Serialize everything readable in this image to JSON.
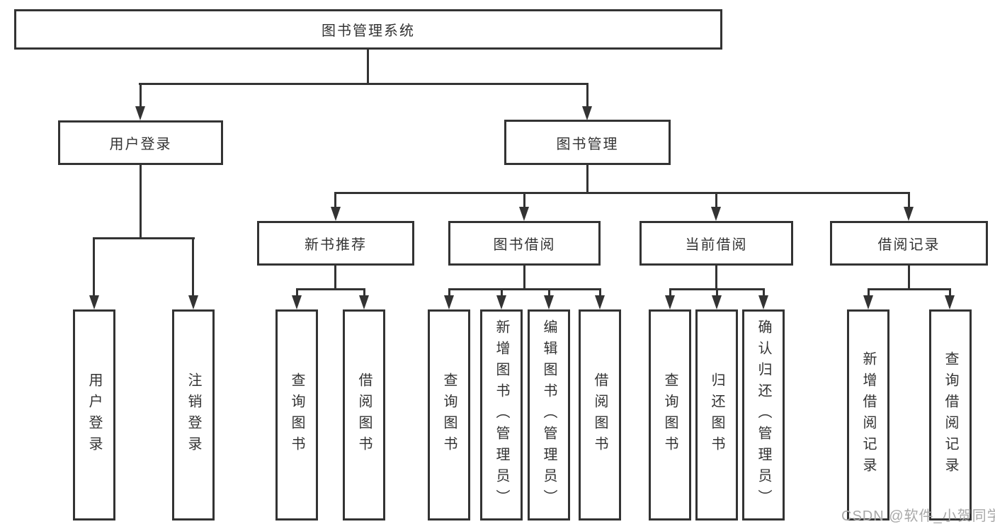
{
  "diagram": {
    "root": {
      "label": "图书管理系统"
    },
    "branches": [
      {
        "label": "用户登录",
        "children": [
          {
            "label": "用户登录"
          },
          {
            "label": "注销登录"
          }
        ]
      },
      {
        "label": "图书管理",
        "children": [
          {
            "label": "新书推荐",
            "children": [
              {
                "label": "查询图书"
              },
              {
                "label": "借阅图书"
              }
            ]
          },
          {
            "label": "图书借阅",
            "children": [
              {
                "label": "查询图书"
              },
              {
                "label": "新增图书（管理员）"
              },
              {
                "label": "编辑图书（管理员）"
              },
              {
                "label": "借阅图书"
              }
            ]
          },
          {
            "label": "当前借阅",
            "children": [
              {
                "label": "查询图书"
              },
              {
                "label": "归还图书"
              },
              {
                "label": "确认归还（管理员）"
              }
            ]
          },
          {
            "label": "借阅记录",
            "children": [
              {
                "label": "新增借阅记录"
              },
              {
                "label": "查询借阅记录"
              }
            ]
          }
        ]
      }
    ]
  },
  "watermark": {
    "text": "CSDN @软件_小贺同学"
  },
  "colors": {
    "line": "#333333",
    "text": "#333333",
    "box_bg": "#ffffff",
    "watermark": "#a8a8a8"
  }
}
